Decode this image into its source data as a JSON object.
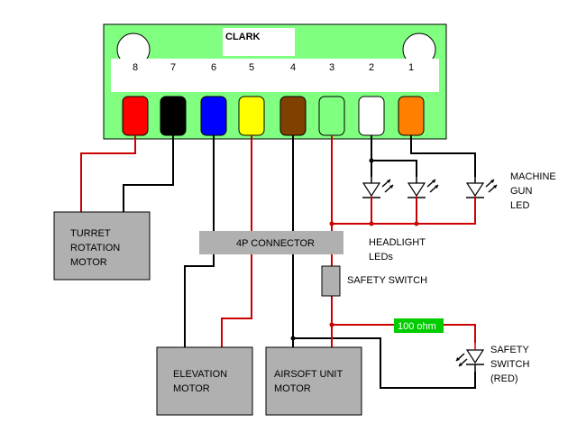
{
  "board": {
    "label": "CLARK",
    "pin_numbers": [
      "8",
      "7",
      "6",
      "5",
      "4",
      "3",
      "2",
      "1"
    ],
    "pin_colors": [
      "#ff0000",
      "#000000",
      "#0000ff",
      "#ffff00",
      "#804000",
      "#80ff80",
      "#ffffff",
      "#ff8000"
    ],
    "board_color": "#80ff80"
  },
  "components": {
    "turret_motor": "TURRET\nROTATION\nMOTOR",
    "connector": "4P CONNECTOR",
    "safety_switch": "SAFETY SWITCH",
    "elevation_motor": "ELEVATION\nMOTOR",
    "airsoft_motor": "AIRSOFT UNIT\nMOTOR",
    "resistor": "100 ohm",
    "headlight_leds": "HEADLIGHT\nLEDs",
    "machine_gun_led": "MACHINE\nGUN\nLED",
    "safety_led": "SAFETY\nSWITCH\n(RED)"
  },
  "colors": {
    "wire_red": "#cc0000",
    "wire_black": "#000000",
    "box_gray": "#b0b0b0",
    "resistor_green": "#00cc00"
  }
}
